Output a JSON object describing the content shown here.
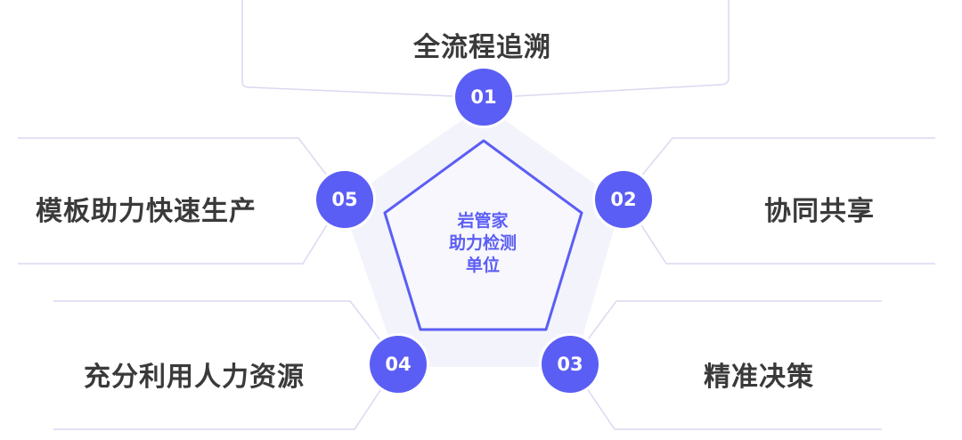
{
  "center": {
    "lines": [
      "岩管家",
      "助力检测",
      "单位"
    ]
  },
  "features": [
    {
      "num": "01",
      "label": "全流程追溯"
    },
    {
      "num": "02",
      "label": "协同共享"
    },
    {
      "num": "03",
      "label": "精准决策"
    },
    {
      "num": "04",
      "label": "充分利用人力资源"
    },
    {
      "num": "05",
      "label": "模板助力快速生产"
    }
  ],
  "colors": {
    "accent": "#5b5ef4",
    "outer_pentagon": "#f3f3fb",
    "connector": "#d9d9f2",
    "label": "#3a3a3a"
  }
}
